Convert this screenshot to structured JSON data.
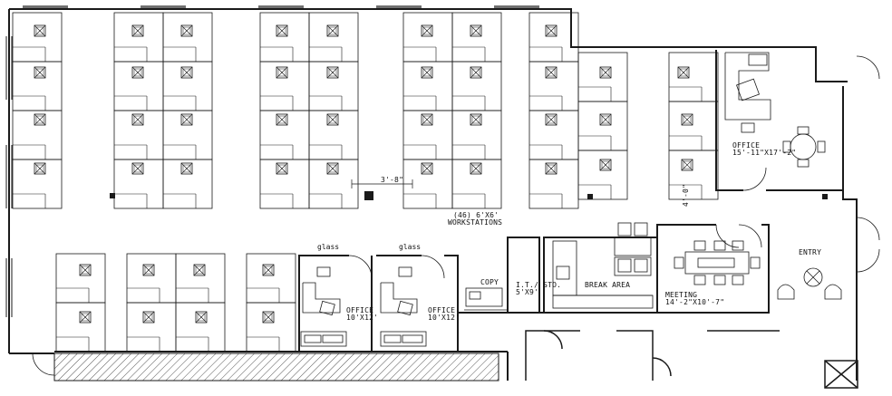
{
  "labels": {
    "dimension_workstation_gap": "3'-8\"",
    "workstations_line1": "(46) 6'X6'",
    "workstations_line2": "WORKSTATIONS",
    "office_large_name": "OFFICE",
    "office_large_size": "15'-11\"X17'-2\"",
    "dimension_vertical": "4'-0\"",
    "entry": "ENTRY",
    "meeting_name": "MEETING",
    "meeting_size": "14'-2\"X10'-7\"",
    "break_area": "BREAK AREA",
    "it_storage_name": "I.T./ STO.",
    "it_storage_size": "5'X9'",
    "copy": "COPY",
    "office_a_name": "OFFICE",
    "office_a_size": "10'X12'",
    "office_b_name": "OFFICE",
    "office_b_size": "10'X12'",
    "glass_a": "glass",
    "glass_b": "glass"
  },
  "colors": {
    "line": "#1a1a1a",
    "hatch": "#555555",
    "background": "#ffffff"
  }
}
